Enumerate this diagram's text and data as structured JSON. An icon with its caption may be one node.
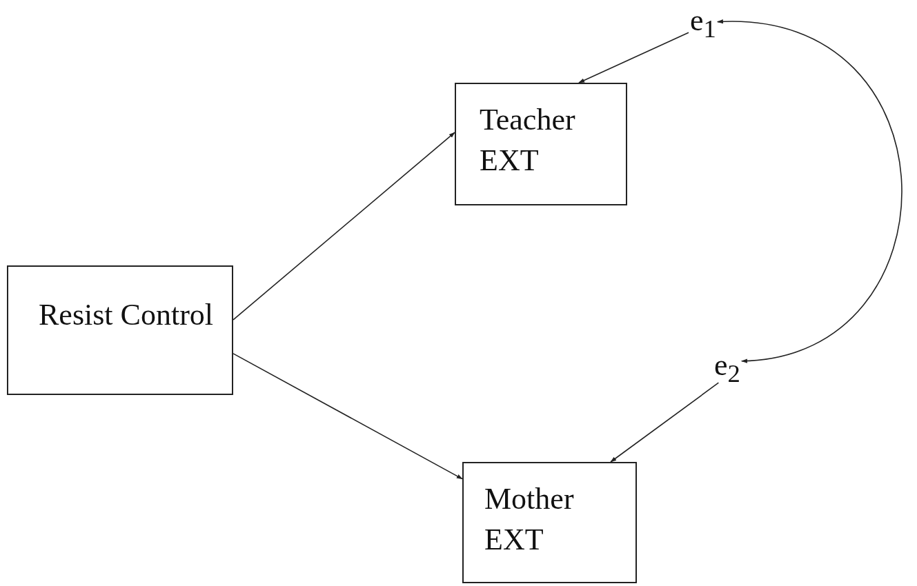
{
  "diagram": {
    "nodes": [
      {
        "text": [
          "e$_{1}$"
        ]
      },
      {
        "text": [
          "Teacher EXT"
        ]
      },
      {
        "text": [
          "Resist Control"
        ]
      },
      {
        "text": [
          "e$_{2}$"
        ]
      },
      {
        "text": [
          "Mother EXT"
        ]
      }
    ],
    "edges": [
      {
        "from": 2,
        "to": 1,
        "arrow": "to"
      },
      {
        "from": 2,
        "to": 4,
        "arrow": "to"
      },
      {
        "from": 0,
        "to": 1,
        "arrow": "to"
      },
      {
        "from": 3,
        "to": 4,
        "arrow": "to"
      },
      {
        "from": 0,
        "to": 3,
        "arrow": "both"
      }
    ]
  }
}
